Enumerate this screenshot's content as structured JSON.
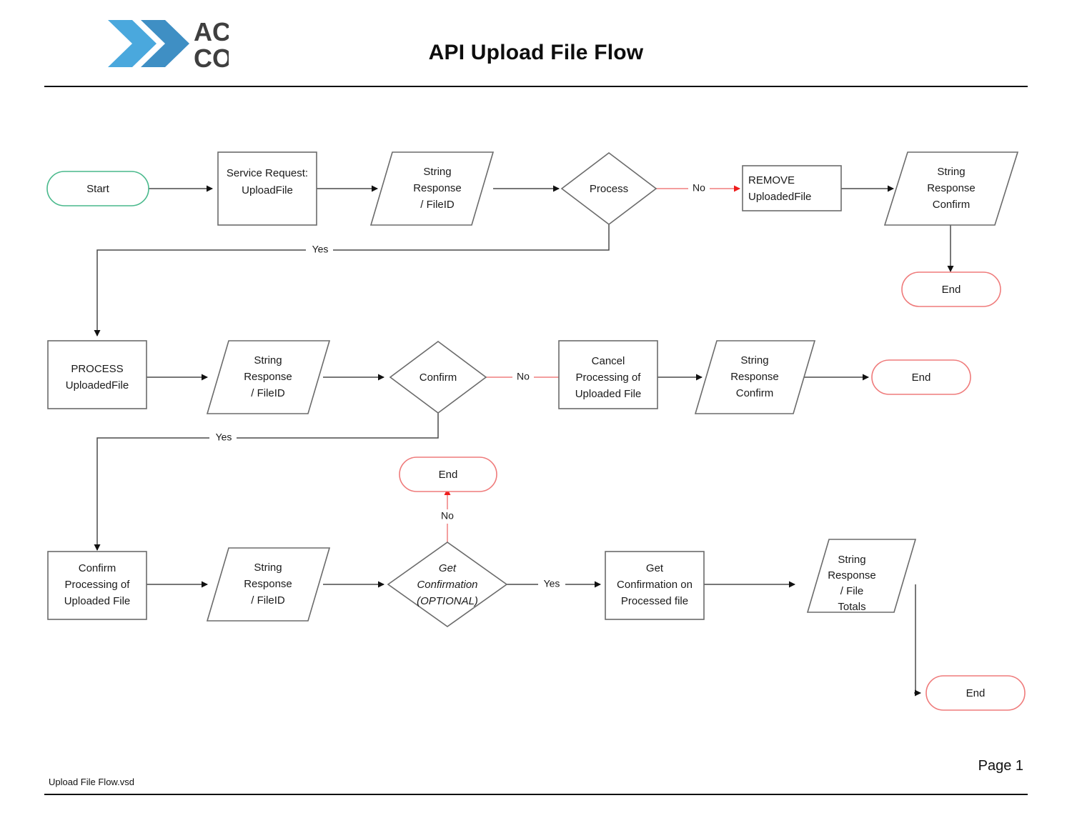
{
  "header": {
    "title": "API Upload File Flow",
    "logo": {
      "name": "ach-com-logo",
      "line1": "ACH",
      "line2": "COM",
      "chevron_color_light": "#4aa8dd",
      "chevron_color_dark": "#3f8fc4",
      "text_color": "#3f3f3f"
    }
  },
  "colors": {
    "start_border": "#49b98c",
    "end_border": "#ef7b7b",
    "no_branch": "#f07f7f",
    "shape_border": "#6b6b6b",
    "connector": "#4a4a4a"
  },
  "flow": {
    "row1": {
      "start": "Start",
      "service_request": "Service Request:\nUploadFile",
      "response_fileid": "String\nResponse\n/ FileID",
      "process_decision": "Process",
      "remove_uploadedfile": "REMOVE\nUploadedFile",
      "response_confirm": "String\nResponse\nConfirm",
      "end": "End",
      "branch_no": "No",
      "branch_yes": "Yes"
    },
    "row2": {
      "process_uploadedfile": "PROCESS\nUploadedFile",
      "response_fileid": "String\nResponse\n/ FileID",
      "confirm_decision": "Confirm",
      "cancel_processing": "Cancel\nProcessing of\nUploaded File",
      "response_confirm": "String\nResponse\nConfirm",
      "end": "End",
      "branch_no": "No",
      "branch_yes": "Yes"
    },
    "row3": {
      "confirm_processing": "Confirm\nProcessing of\nUploaded File",
      "response_fileid": "String\nResponse\n/ FileID",
      "get_confirmation_decision": "Get\nConfirmation\n(OPTIONAL)",
      "get_confirmation_on": "Get\nConfirmation on\nProcessed file",
      "response_file_totals": "String\nResponse\n/ File\nTotals",
      "end_no": "End",
      "end_final": "End",
      "branch_no": "No",
      "branch_yes": "Yes"
    }
  },
  "labels": {
    "row1_start": "Start",
    "row1_service_l1": "Service Request:",
    "row1_service_l2": "UploadFile",
    "row1_resp_l1": "String",
    "row1_resp_l2": "Response",
    "row1_resp_l3": "/ FileID",
    "row1_process": "Process",
    "row1_no": "No",
    "row1_remove_l1": "REMOVE",
    "row1_remove_l2": "UploadedFile",
    "row1_conf_l1": "String",
    "row1_conf_l2": "Response",
    "row1_conf_l3": "Confirm",
    "row1_end": "End",
    "row1_yes": "Yes",
    "row2_proc_l1": "PROCESS",
    "row2_proc_l2": "UploadedFile",
    "row2_resp_l1": "String",
    "row2_resp_l2": "Response",
    "row2_resp_l3": "/ FileID",
    "row2_confirm": "Confirm",
    "row2_no": "No",
    "row2_cancel_l1": "Cancel",
    "row2_cancel_l2": "Processing of",
    "row2_cancel_l3": "Uploaded File",
    "row2_conf_l1": "String",
    "row2_conf_l2": "Response",
    "row2_conf_l3": "Confirm",
    "row2_end": "End",
    "row2_yes": "Yes",
    "row3_confirm_l1": "Confirm",
    "row3_confirm_l2": "Processing of",
    "row3_confirm_l3": "Uploaded File",
    "row3_resp_l1": "String",
    "row3_resp_l2": "Response",
    "row3_resp_l3": "/ FileID",
    "row3_get_l1": "Get",
    "row3_get_l2": "Confirmation",
    "row3_get_l3": "(OPTIONAL)",
    "row3_no": "No",
    "row3_end_no": "End",
    "row3_yes": "Yes",
    "row3_getconf_l1": "Get",
    "row3_getconf_l2": "Confirmation on",
    "row3_getconf_l3": "Processed file",
    "row3_totals_l1": "String",
    "row3_totals_l2": "Response",
    "row3_totals_l3": "/ File",
    "row3_totals_l4": "Totals",
    "row3_end_final": "End"
  },
  "footer": {
    "file_name": "Upload File Flow.vsd",
    "page_label": "Page 1"
  }
}
